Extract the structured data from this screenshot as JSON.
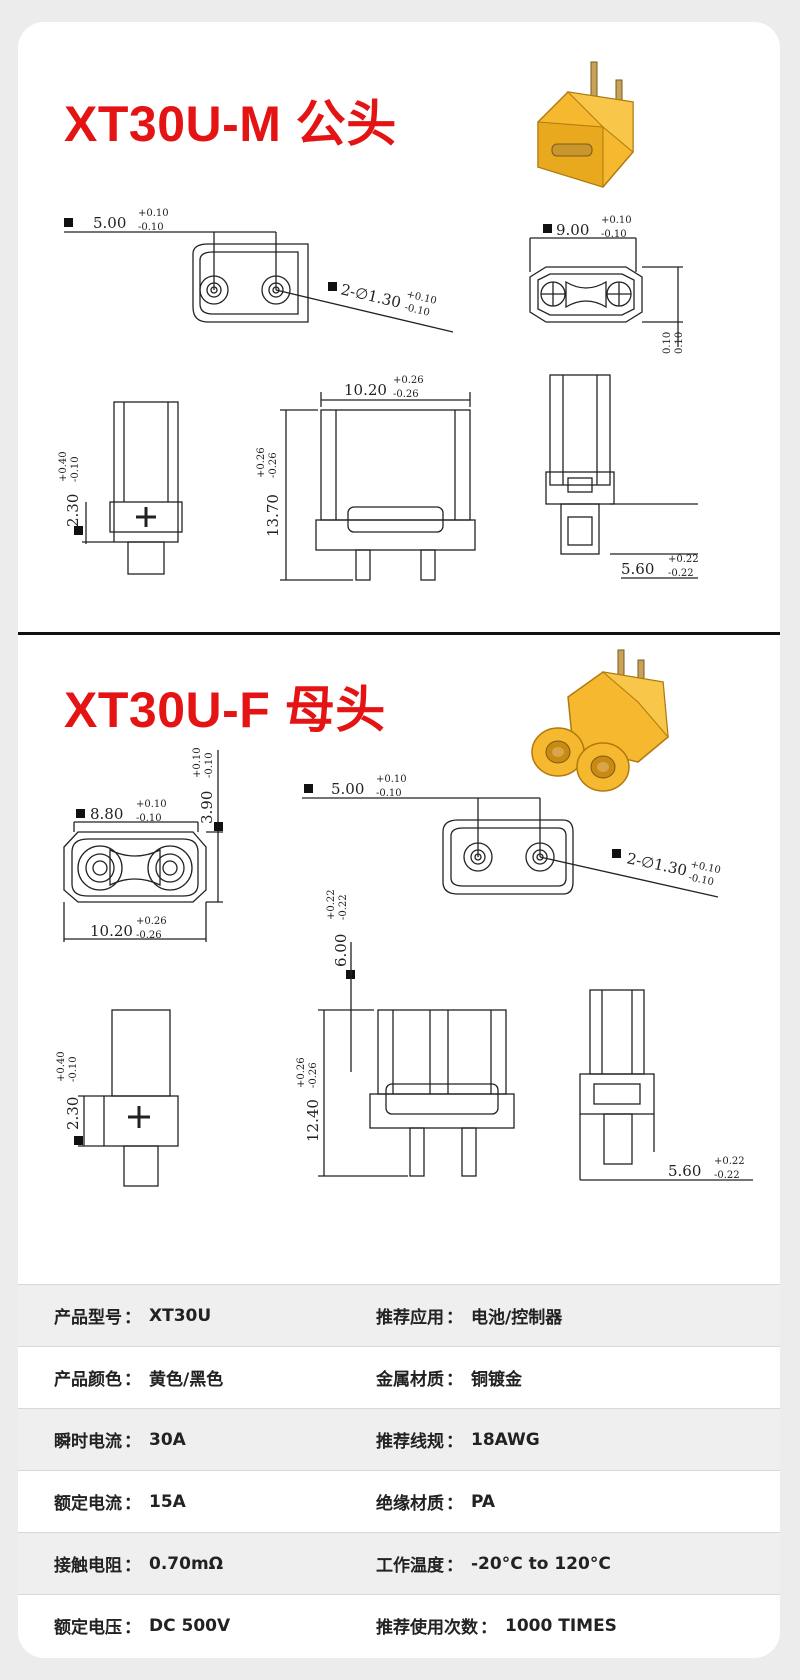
{
  "male": {
    "title": "XT30U-M 公头",
    "dims": {
      "pitch": "5.00",
      "pitch_tol_plus": "+0.10",
      "pitch_tol_minus": "-0.10",
      "width": "9.00",
      "width_tol_plus": "+0.10",
      "width_tol_minus": "-0.10",
      "hole": "2-∅1.30",
      "hole_tol_plus": "+0.10",
      "hole_tol_minus": "-0.10",
      "side": "0.10",
      "side2": "0.10",
      "depth": "2.30",
      "depth_tol_plus": "+0.40",
      "depth_tol_minus": "-0.10",
      "body_width": "10.20",
      "body_width_tol_plus": "+0.26",
      "body_width_tol_minus": "-0.26",
      "height": "13.70",
      "height_tol_plus": "+0.26",
      "height_tol_minus": "-0.26",
      "thickness": "5.60",
      "thickness_tol_plus": "+0.22",
      "thickness_tol_minus": "-0.22"
    }
  },
  "female": {
    "title": "XT30U-F 母头",
    "dims": {
      "inner_width": "8.80",
      "inner_tol_plus": "+0.10",
      "inner_tol_minus": "-0.10",
      "inner_height": "3.90",
      "inner_h_tol_plus": "+0.10",
      "inner_h_tol_minus": "-0.10",
      "outer_width": "10.20",
      "outer_tol_plus": "+0.26",
      "outer_tol_minus": "-0.26",
      "pitch": "5.00",
      "pitch_tol_plus": "+0.10",
      "pitch_tol_minus": "-0.10",
      "hole": "2-∅1.30",
      "hole_tol_plus": "+0.10",
      "hole_tol_minus": "-0.10",
      "pin": "6.00",
      "pin_tol_plus": "+0.22",
      "pin_tol_minus": "-0.22",
      "depth": "2.30",
      "depth_tol_plus": "+0.40",
      "depth_tol_minus": "-0.10",
      "height": "12.40",
      "height_tol_plus": "+0.26",
      "height_tol_minus": "-0.26",
      "thickness": "5.60",
      "thickness_tol_plus": "+0.22",
      "thickness_tol_minus": "-0.22"
    }
  },
  "colors": {
    "title": "#e41414",
    "connector_yellow": "#f5b82e",
    "line": "#222222"
  },
  "specs": [
    {
      "left_label": "产品型号",
      "left_value": "XT30U",
      "right_label": "推荐应用",
      "right_value": "电池/控制器"
    },
    {
      "left_label": "产品颜色",
      "left_value": "黄色/黑色",
      "right_label": "金属材质",
      "right_value": "铜镀金"
    },
    {
      "left_label": "瞬时电流",
      "left_value": "30A",
      "right_label": "推荐线规",
      "right_value": "18AWG"
    },
    {
      "left_label": "额定电流",
      "left_value": "15A",
      "right_label": "绝缘材质",
      "right_value": "PA"
    },
    {
      "left_label": "接触电阻",
      "left_value": "0.70mΩ",
      "right_label": "工作温度",
      "right_value": "-20°C to 120°C"
    },
    {
      "left_label": "额定电压",
      "left_value": "DC 500V",
      "right_label": "推荐使用次数",
      "right_value": "1000 TIMES"
    }
  ],
  "separator": "："
}
